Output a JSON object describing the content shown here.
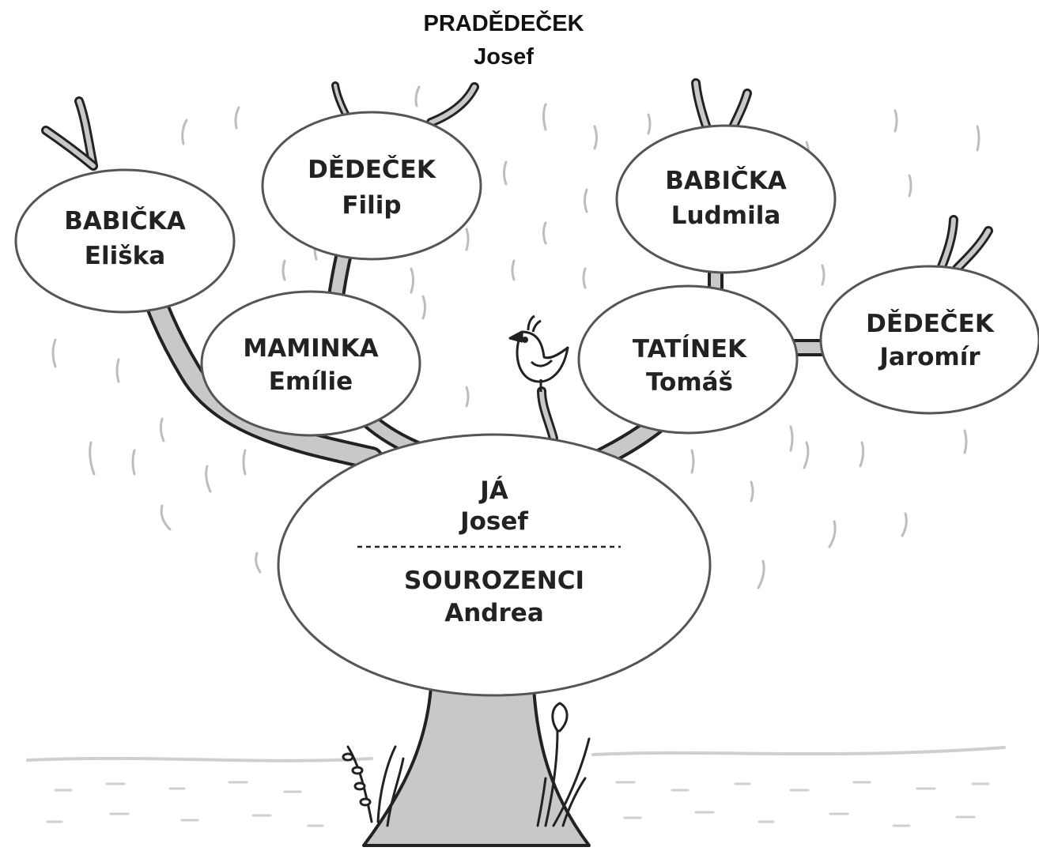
{
  "header": {
    "title": "PRADĚDEČEK",
    "name": "Josef"
  },
  "nodes": {
    "babicka_left": {
      "role": "BABIČKA",
      "name": "Eliška"
    },
    "dedecek_left": {
      "role": "DĚDEČEK",
      "name": "Filip"
    },
    "maminka": {
      "role": "MAMINKA",
      "name": "Emílie"
    },
    "babicka_right": {
      "role": "BABIČKA",
      "name": "Ludmila"
    },
    "tatinek": {
      "role": "TATÍNEK",
      "name": "Tomáš"
    },
    "dedecek_right": {
      "role": "DĚDEČEK",
      "name": "Jaromír"
    },
    "me": {
      "role": "JÁ",
      "name": "Josef"
    },
    "siblings": {
      "role": "SOUROZENCI",
      "name": "Andrea"
    }
  },
  "colors": {
    "trunk_fill": "#c8c8c8",
    "outline": "#222222",
    "bubble_fill": "#ffffff",
    "rain": "#bdbdbd",
    "ground": "#cfcfcf"
  }
}
